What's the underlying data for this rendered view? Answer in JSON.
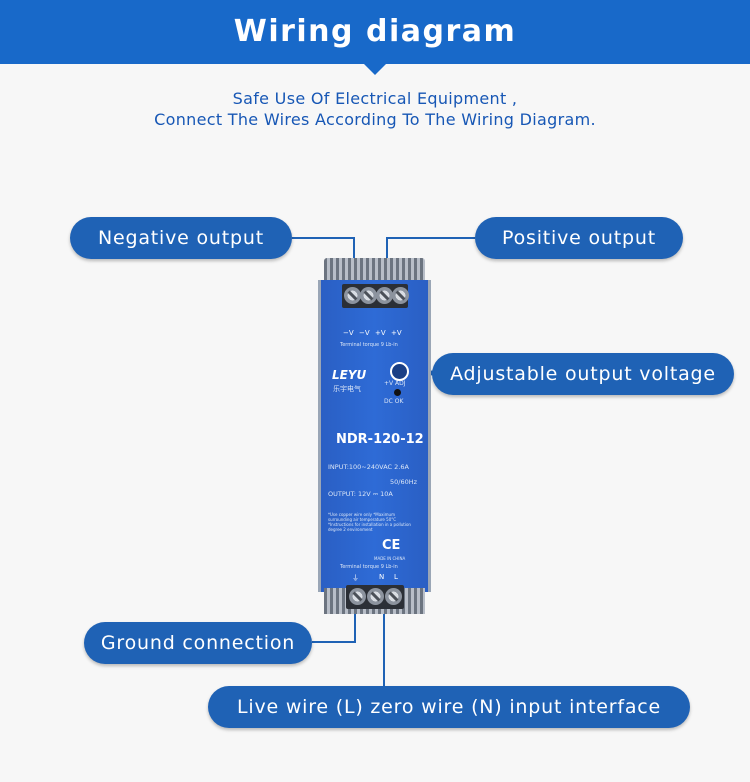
{
  "header": {
    "title": "Wiring diagram"
  },
  "subtitle": {
    "line1": "Safe Use Of Electrical Equipment ,",
    "line2": "Connect The Wires According To The Wiring Diagram."
  },
  "labels": {
    "negative_output": "Negative output",
    "positive_output": "Positive output",
    "adjustable_output_voltage": "Adjustable output voltage",
    "ground_connection": "Ground connection",
    "input_interface": "Live wire (L) zero wire (N) input interface"
  },
  "device": {
    "output_terminals": [
      "−V",
      "−V",
      "+V",
      "+V"
    ],
    "torque_note": "Terminal torque 9 Lb-in",
    "brand": "LEYU",
    "brand_cn": "乐宇电气",
    "adj_label": "+V ADJ",
    "led_label": "DC OK",
    "model": "NDR-120-12",
    "input_spec": "INPUT:100~240VAC  2.6A",
    "freq": "50/60Hz",
    "output_spec": "OUTPUT:   12V  ⎓  10A",
    "fine_print": "*Use copper wire only *Maximum surrounding air temperature 50°C *Instructions for installation in a pollution degree 2 environment",
    "ce": "CE",
    "made_in": "MADE IN CHINA",
    "bottom_torque_note": "Terminal torque 9 Lb-in",
    "input_terminals": [
      "⏚",
      "N",
      "L"
    ]
  },
  "colors": {
    "header": "#1869c9",
    "pill": "#1f62b5",
    "subtitle": "#1757b5"
  }
}
